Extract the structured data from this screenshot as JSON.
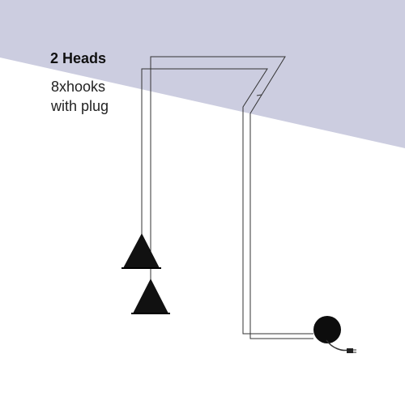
{
  "diagram": {
    "title": "2 Heads",
    "subtitle_lines": [
      "8xhooks",
      "with plug"
    ]
  },
  "colors": {
    "ceiling": "#cccde0",
    "wire": "#333333",
    "lamp_shade": "#111111",
    "plug": "#0d0d0d"
  },
  "icons": {
    "lamp_1": "cone-pendant-lamp-icon",
    "lamp_2": "cone-pendant-lamp-icon",
    "plug": "wall-plug-icon"
  }
}
